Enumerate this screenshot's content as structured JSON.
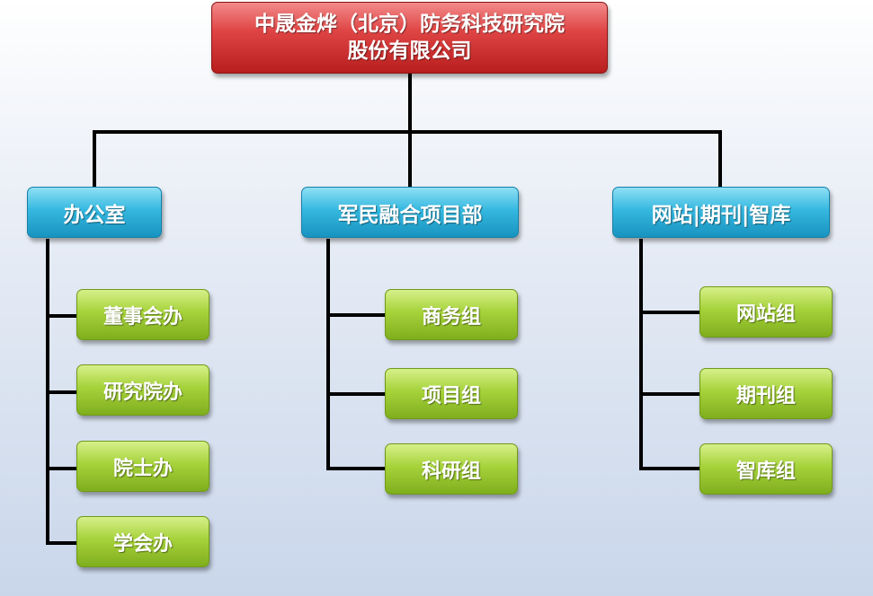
{
  "root": {
    "line1": "中晟金烨（北京）防务科技研究院",
    "line2": "股份有限公司"
  },
  "departments": [
    {
      "name": "办公室",
      "teams": [
        "董事会办",
        "研究院办",
        "院士办",
        "学会办"
      ]
    },
    {
      "name": "军民融合项目部",
      "teams": [
        "商务组",
        "项目组",
        "科研组"
      ]
    },
    {
      "name": "网站|期刊|智库",
      "teams": [
        "网站组",
        "期刊组",
        "智库组"
      ]
    }
  ],
  "colors": {
    "root": "#d63333",
    "department": "#2aaed8",
    "team": "#98c52e",
    "connector": "#000000"
  }
}
